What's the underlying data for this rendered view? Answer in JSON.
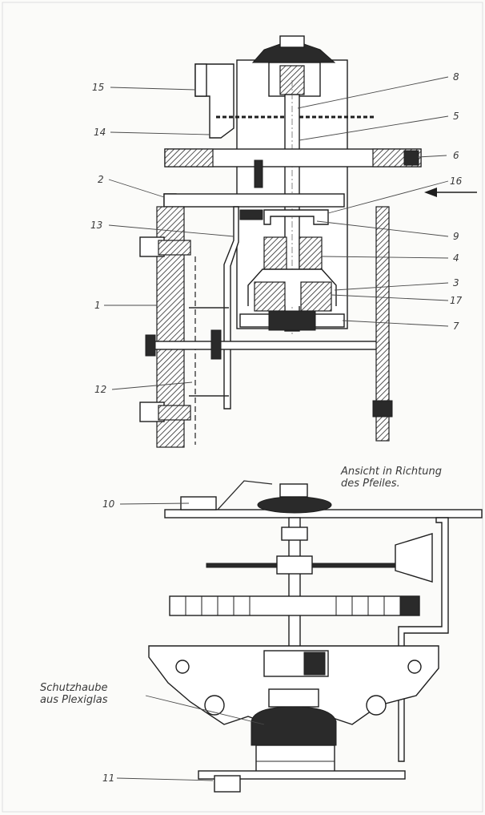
{
  "callouts": {
    "n15": "15",
    "n14": "14",
    "n2": "2",
    "n13": "13",
    "n1": "1",
    "n12": "12",
    "n8": "8",
    "n5": "5",
    "n6": "6",
    "n16": "16",
    "n9": "9",
    "n4": "4",
    "n3": "3",
    "n17": "17",
    "n7": "7",
    "n10": "10",
    "n11": "11"
  },
  "notes": {
    "view_line1": "Ansicht in Richtung",
    "view_line2": "des Pfeiles.",
    "cover_line1": "Schutzhaube",
    "cover_line2": "aus Plexiglas"
  }
}
